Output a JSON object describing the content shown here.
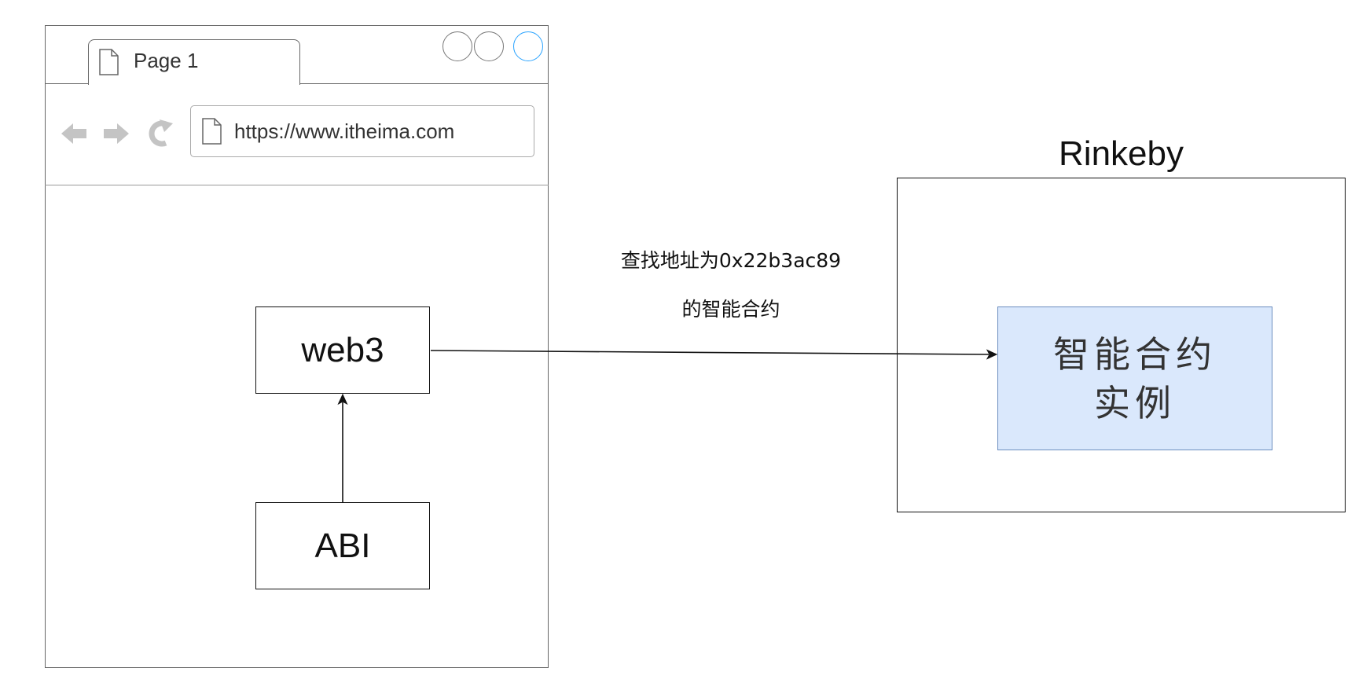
{
  "browser": {
    "tab_title": "Page 1",
    "address_url": "https://www.itheima.com"
  },
  "diagram": {
    "web3_label": "web3",
    "abi_label": "ABI",
    "network_title": "Rinkeby",
    "contract_label_line1": "智能合约",
    "contract_label_line2": "实例",
    "edge_label_line1": "查找地址为0x22b3ac89",
    "edge_label_line2": "的智能合约"
  },
  "colors": {
    "contract_fill": "#dae8fc",
    "contract_border": "#6c8ebf",
    "close_button_border": "#29a3ff",
    "stroke": "#111111"
  },
  "icons": [
    "document-icon",
    "back-arrow-icon",
    "forward-arrow-icon",
    "refresh-icon"
  ]
}
